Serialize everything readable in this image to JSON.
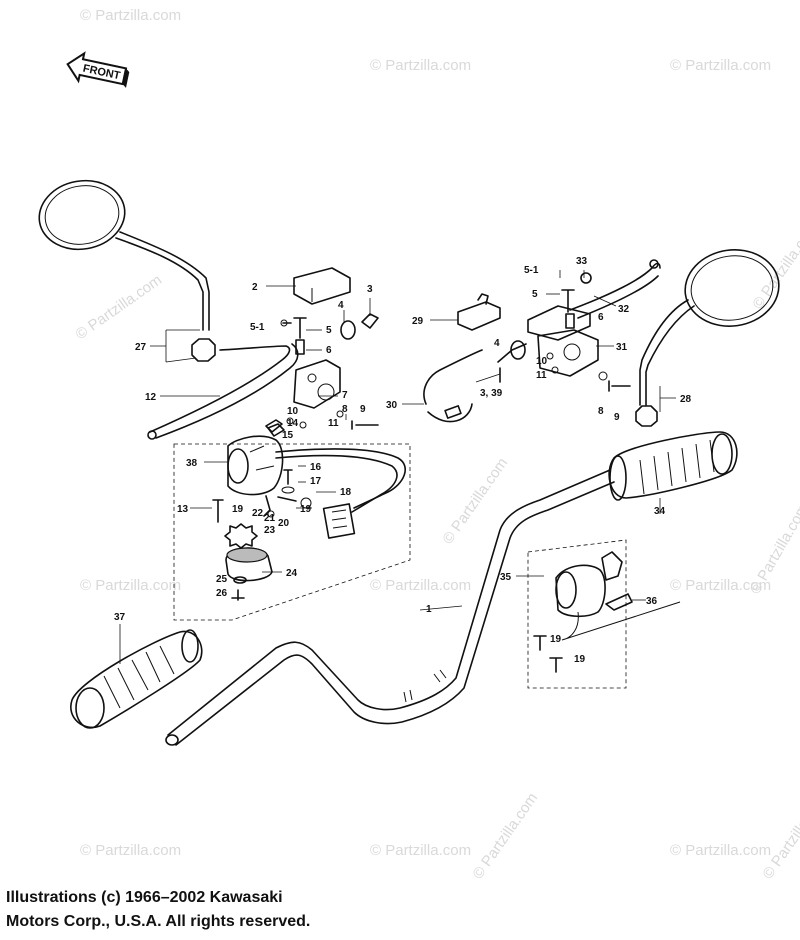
{
  "front_label": "FRONT",
  "watermark": "© Partzilla.com",
  "callouts": [
    {
      "id": "c1",
      "text": "1"
    },
    {
      "id": "c2",
      "text": "2"
    },
    {
      "id": "c3",
      "text": "3"
    },
    {
      "id": "c4",
      "text": "4"
    },
    {
      "id": "c5a",
      "text": "5"
    },
    {
      "id": "c51a",
      "text": "5-1"
    },
    {
      "id": "c6",
      "text": "6"
    },
    {
      "id": "c7",
      "text": "7"
    },
    {
      "id": "c8",
      "text": "8"
    },
    {
      "id": "c9",
      "text": "9"
    },
    {
      "id": "c10",
      "text": "10"
    },
    {
      "id": "c11",
      "text": "11"
    },
    {
      "id": "c12",
      "text": "12"
    },
    {
      "id": "c13",
      "text": "13"
    },
    {
      "id": "c14",
      "text": "14"
    },
    {
      "id": "c15",
      "text": "15"
    },
    {
      "id": "c16",
      "text": "16"
    },
    {
      "id": "c17",
      "text": "17"
    },
    {
      "id": "c18",
      "text": "18"
    },
    {
      "id": "c19a",
      "text": "19"
    },
    {
      "id": "c19b",
      "text": "19"
    },
    {
      "id": "c20",
      "text": "20"
    },
    {
      "id": "c21",
      "text": "21"
    },
    {
      "id": "c22",
      "text": "22"
    },
    {
      "id": "c23",
      "text": "23"
    },
    {
      "id": "c24",
      "text": "24"
    },
    {
      "id": "c25",
      "text": "25"
    },
    {
      "id": "c26",
      "text": "26"
    },
    {
      "id": "c27",
      "text": "27"
    },
    {
      "id": "c28",
      "text": "28"
    },
    {
      "id": "c29",
      "text": "29"
    },
    {
      "id": "c30",
      "text": "30"
    },
    {
      "id": "c31",
      "text": "31"
    },
    {
      "id": "c32",
      "text": "32"
    },
    {
      "id": "c33",
      "text": "33"
    },
    {
      "id": "c34",
      "text": "34"
    },
    {
      "id": "c35",
      "text": "35"
    },
    {
      "id": "c36",
      "text": "36"
    },
    {
      "id": "c37",
      "text": "37"
    },
    {
      "id": "c38",
      "text": "38"
    },
    {
      "id": "c51b",
      "text": "5-1"
    },
    {
      "id": "c5b",
      "text": "5"
    },
    {
      "id": "c6b",
      "text": "6"
    },
    {
      "id": "c4b",
      "text": "4"
    },
    {
      "id": "c339",
      "text": "3, 39"
    },
    {
      "id": "c10b",
      "text": "10"
    },
    {
      "id": "c11b",
      "text": "11"
    },
    {
      "id": "c8b",
      "text": "8"
    },
    {
      "id": "c9b",
      "text": "9"
    },
    {
      "id": "c19c",
      "text": "19"
    },
    {
      "id": "c19d",
      "text": "19"
    }
  ],
  "copyright": {
    "line1": "Illustrations (c) 1966–2002 Kawasaki",
    "line2": "Motors Corp., U.S.A.  All rights reserved."
  }
}
